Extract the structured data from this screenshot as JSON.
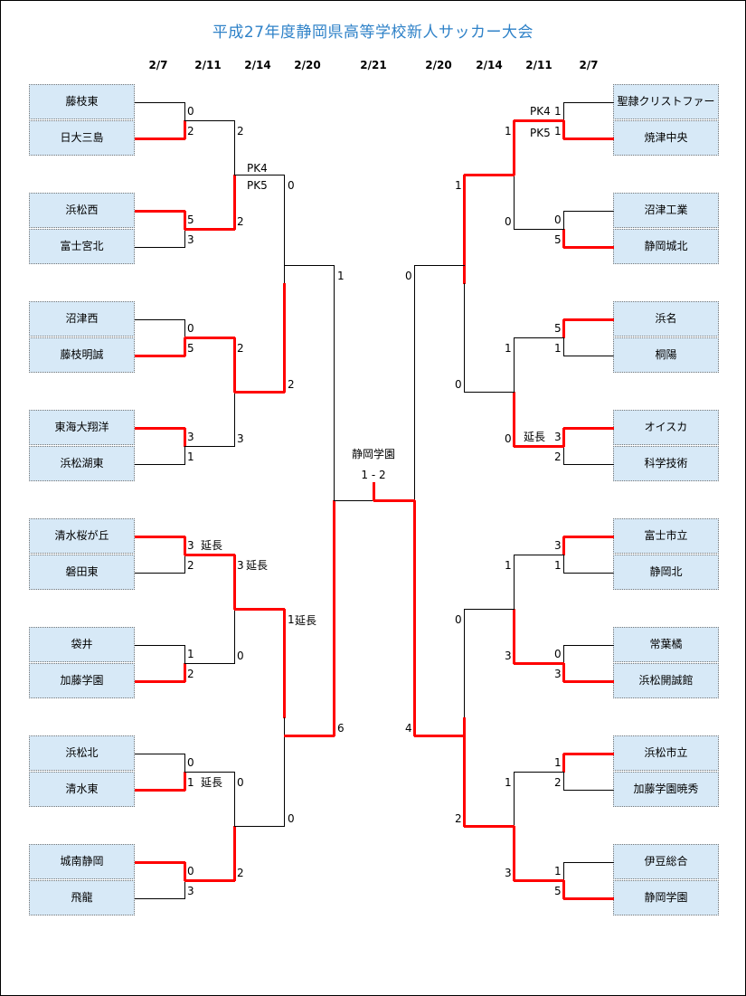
{
  "title": "平成27年度静岡県高等学校新人サッカー大会",
  "dates": [
    "2/7",
    "2/11",
    "2/14",
    "2/20",
    "2/21",
    "2/20",
    "2/14",
    "2/11",
    "2/7"
  ],
  "left_teams": [
    "藤枝東",
    "日大三島",
    "浜松西",
    "富士宮北",
    "沼津西",
    "藤枝明誠",
    "東海大翔洋",
    "浜松湖東",
    "清水桜が丘",
    "磐田東",
    "袋井",
    "加藤学園",
    "浜松北",
    "清水東",
    "城南静岡",
    "飛龍"
  ],
  "right_teams": [
    "聖隷クリストファー",
    "焼津中央",
    "沼津工業",
    "静岡城北",
    "浜名",
    "桐陽",
    "オイスカ",
    "科学技術",
    "富士市立",
    "静岡北",
    "常葉橘",
    "浜松開誠館",
    "浜松市立",
    "加藤学園暁秀",
    "伊豆総合",
    "静岡学園"
  ],
  "left_scores": {
    "r1": [
      "0",
      "2",
      "5",
      "3",
      "0",
      "5",
      "3",
      "1",
      "3",
      "2",
      "1",
      "2",
      "0",
      "1",
      "0",
      "3"
    ],
    "r2": [
      "2",
      "2",
      "2",
      "3",
      "3",
      "0",
      "0",
      "2"
    ],
    "r3": [
      "0",
      "2",
      "1",
      "0"
    ],
    "sf": [
      "1",
      "6"
    ]
  },
  "right_scores": {
    "r1": [
      "1",
      "1",
      "0",
      "5",
      "5",
      "1",
      "3",
      "2",
      "3",
      "1",
      "0",
      "3",
      "1",
      "2",
      "1",
      "5"
    ],
    "r2": [
      "1",
      "0",
      "1",
      "0",
      "1",
      "3",
      "1",
      "3"
    ],
    "r3": [
      "1",
      "0",
      "0",
      "2"
    ],
    "sf": [
      "0",
      "4"
    ]
  },
  "notes": {
    "pk4": "PK4",
    "pk5": "PK5",
    "extra": "延長"
  },
  "final": {
    "winner": "静岡学園",
    "score": "1 - 2"
  },
  "colors": {
    "title": "#2f82c8",
    "team_bg": "#d7e9f7",
    "winner_line": "#ff0000",
    "line": "#000000"
  }
}
